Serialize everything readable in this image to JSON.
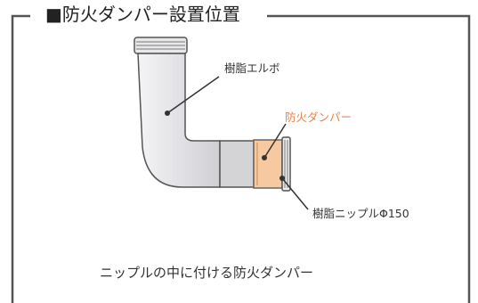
{
  "title": "■防火ダンパー設置位置",
  "labels": {
    "elbow": "樹脂エルボ",
    "damper": "防火ダンパー",
    "nipple": "樹脂ニップルΦ150"
  },
  "caption": "ニップルの中に付ける防火ダンパー",
  "colors": {
    "frame": "#555555",
    "pipe_fill": "#e6e6ea",
    "pipe_stroke": "#555555",
    "damper_fill": "#f6c9a0",
    "damper_label": "#e8834a",
    "nipple_fill": "#d4d4d6"
  }
}
